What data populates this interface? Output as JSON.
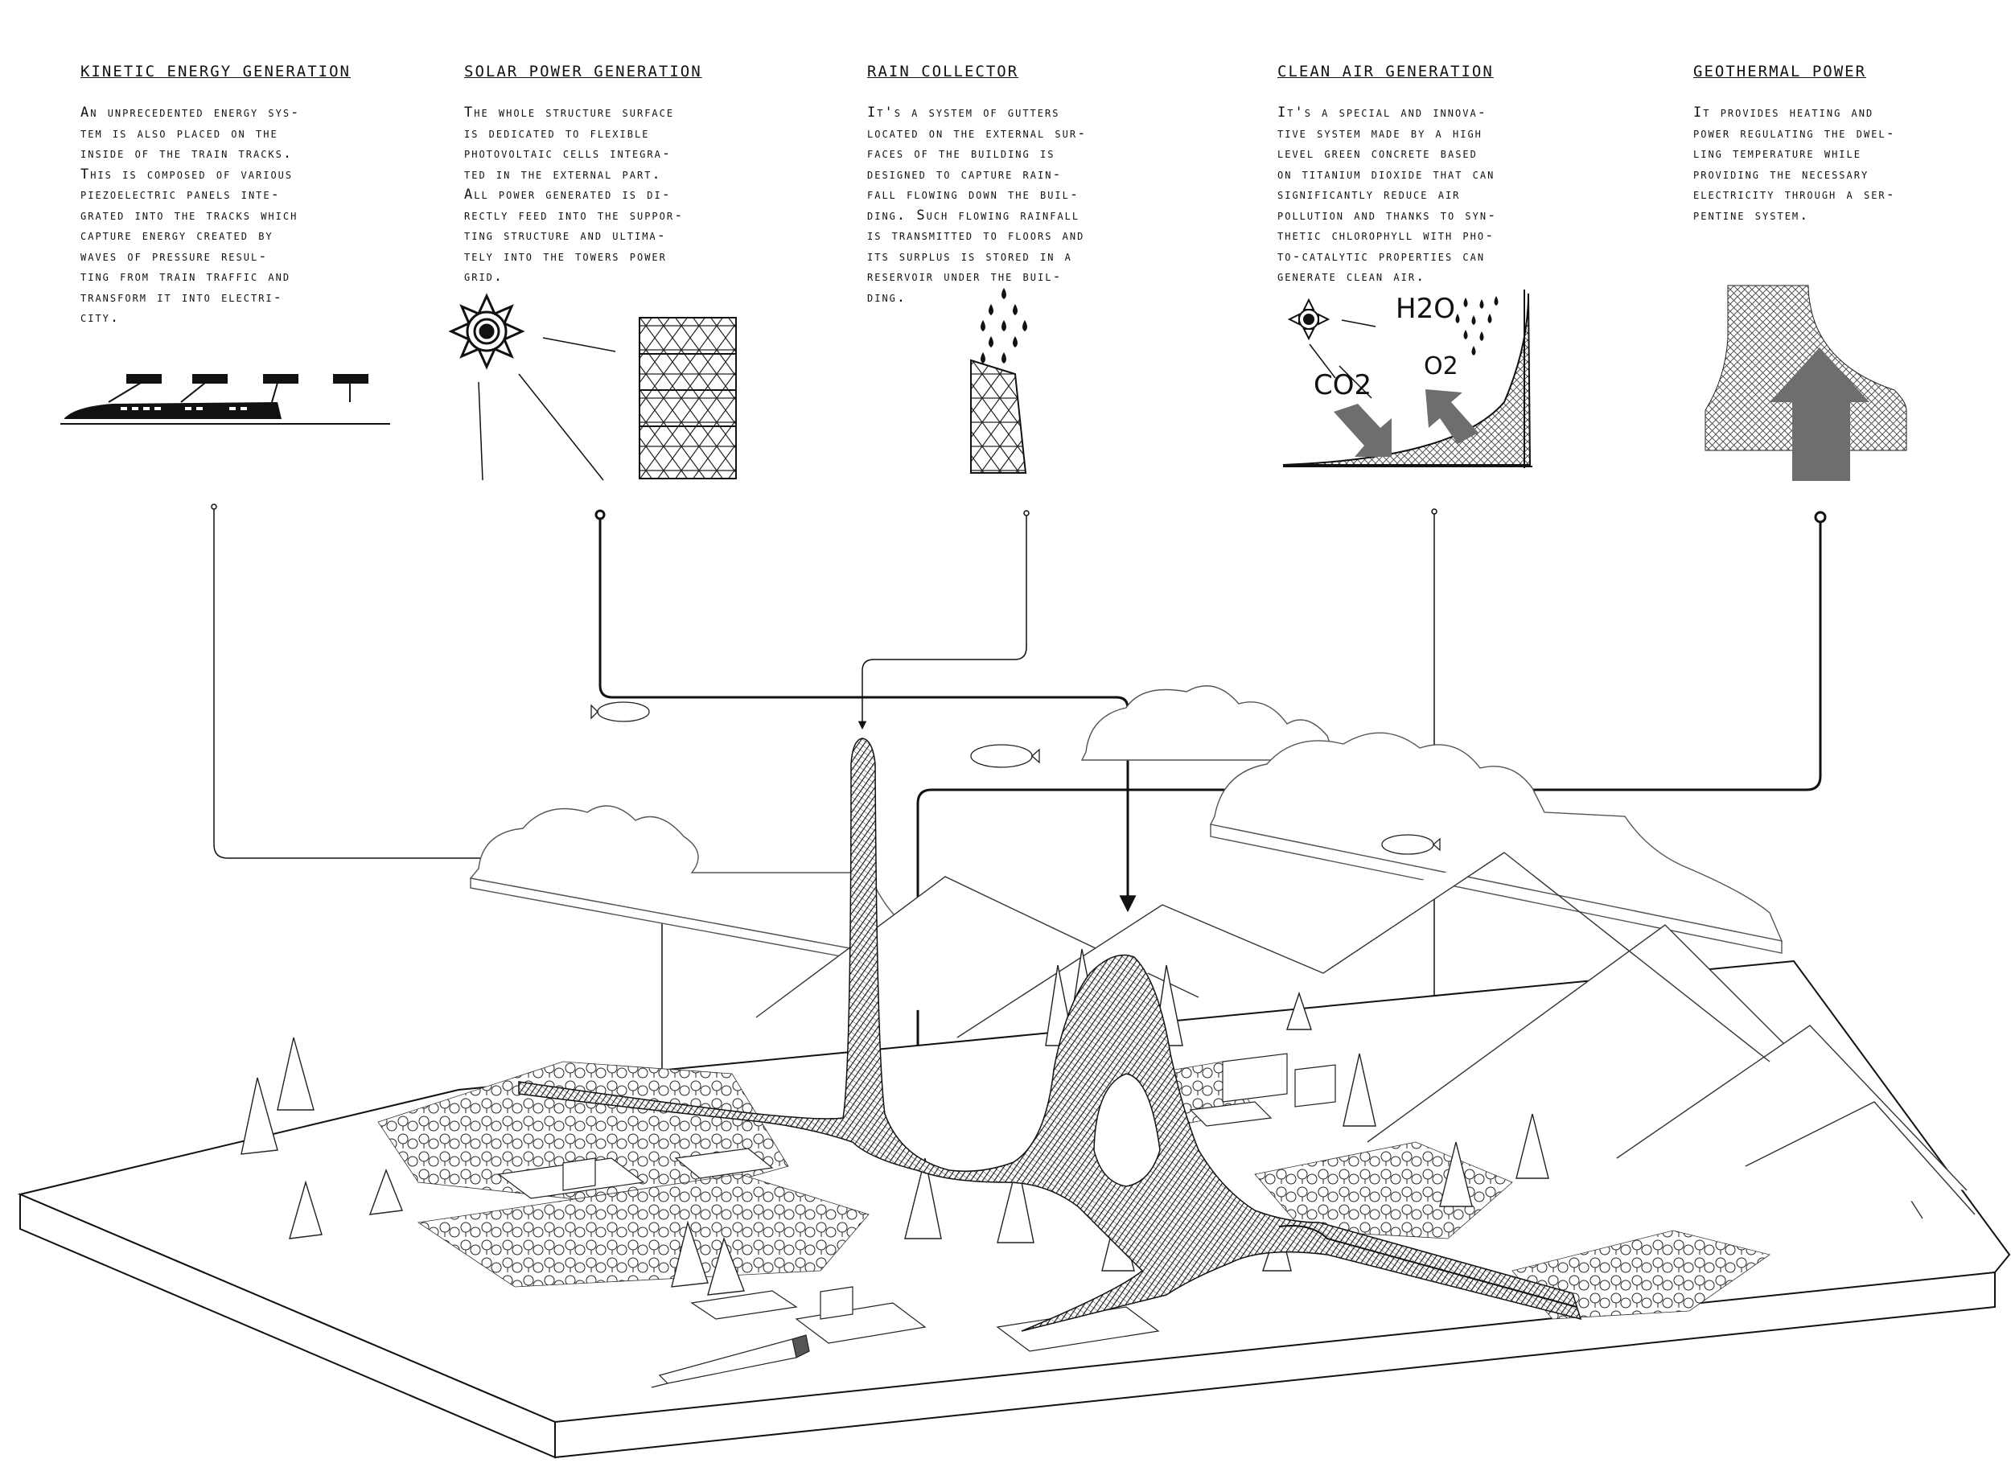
{
  "sections": [
    {
      "id": "kinetic",
      "title": "Kinetic energy generation",
      "body": "An unprecedented energy sys-\ntem is also placed on the\ninside of the train tracks.\nThis is composed of various\npiezoelectric panels inte-\ngrated into the tracks which\ncapture energy created by\nwaves of pressure resul-\nting from train traffic and\ntransform it into electri-\ncity."
    },
    {
      "id": "solar",
      "title": "Solar power generation",
      "body": "The whole structure surface\nis dedicated to flexible\nphotovoltaic cells integra-\nted in the external part.\nAll power generated is di-\nrectly feed into the suppor-\nting structure and ultima-\ntely into the towers power\ngrid."
    },
    {
      "id": "rain",
      "title": "Rain collector",
      "body": "It's a system of gutters\nlocated on the external sur-\nfaces of the building is\ndesigned to capture rain-\nfall flowing down the buil-\nding. Such flowing rainfall\nis transmitted to floors and\nits surplus is stored in a\nreservoir under the buil-\nding."
    },
    {
      "id": "air",
      "title": "Clean air generation",
      "body": "It's a special and innova-\ntive system made by a high\nlevel green concrete based\non titanium dioxide that can\nsignificantly reduce air\npollution and thanks to syn-\nthetic chlorophyll with pho-\nto-catalytic properties can\ngenerate clean air."
    },
    {
      "id": "geo",
      "title": "Geothermal power",
      "body": "It provides heating and\npower regulating the dwel-\nling temperature while\nproviding the necessary\nelectricity through a ser-\npentine system."
    }
  ],
  "icons": {
    "h2o": "H2O",
    "co2": "CO2",
    "o2": "O2"
  },
  "colors": {
    "ink": "#111111",
    "arrow_gray": "#6e6e6e"
  }
}
